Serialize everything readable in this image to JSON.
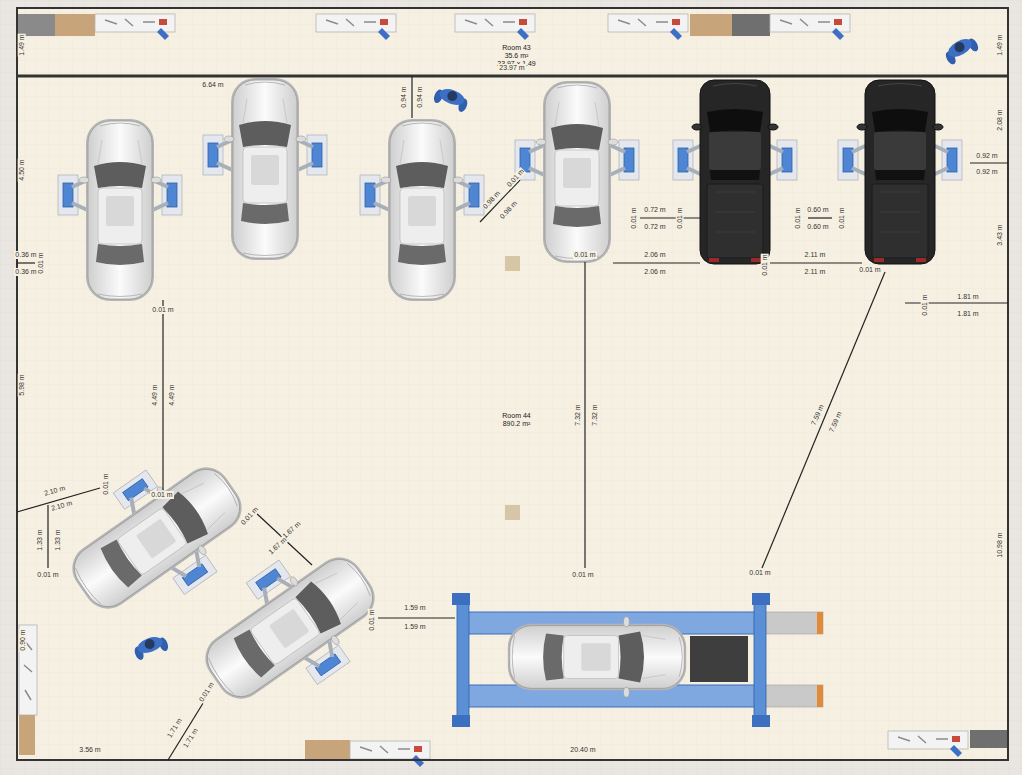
{
  "diagram": {
    "nodes": [
      {
        "text": [
          "Room 43",
          "35.6 m²",
          "23.97 x 1.49"
        ]
      },
      {
        "text": [
          "Room 44",
          "890.2 m²"
        ]
      }
    ],
    "labels": [
      "1.49 m",
      "23.97 m",
      "1.49 m",
      "6.64 m",
      "0.94 m",
      "0.94 m",
      "2.08 m",
      "0.92 m",
      "0.92 m",
      "4.50 m",
      "0.98 m",
      "0.98 m",
      "0.01 m",
      "0.72 m",
      "0.72 m",
      "0.01 m",
      "0.01 m",
      "0.60 m",
      "0.60 m",
      "0.01 m",
      "0.01 m",
      "3.43 m",
      "0.36 m",
      "0.36 m",
      "0.01 m",
      "0.01 m",
      "2.06 m",
      "2.06 m",
      "0.01 m",
      "2.11 m",
      "2.11 m",
      "0.01 m",
      "0.01 m",
      "1.81 m",
      "1.81 m",
      "0.01 m",
      "4.49 m",
      "4.49 m",
      "5.98 m",
      "7.32 m",
      "7.32 m",
      "7.59 m",
      "7.59 m",
      "2.10 m",
      "2.10 m",
      "0.01 m",
      "0.01 m",
      "1.33 m",
      "1.33 m",
      "0.01 m",
      "0.01 m",
      "1.67 m",
      "1.67 m",
      "10.98 m",
      "0.01 m",
      "0.01 m",
      "1.59 m",
      "1.59 m",
      "0.01 m",
      "0.90 m",
      "0.01 m",
      "1.71 m",
      "1.71 m",
      "3.56 m",
      "20.40 m"
    ]
  }
}
